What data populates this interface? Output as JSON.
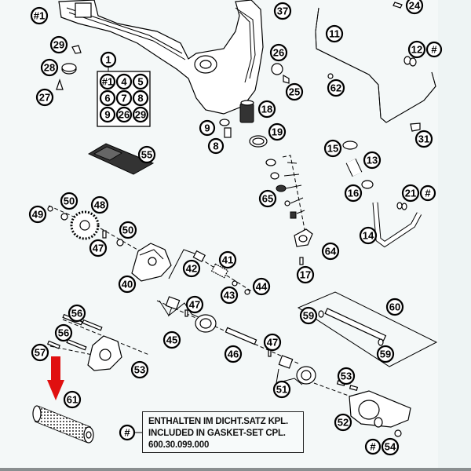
{
  "diagram": {
    "title": "Oil tank / oil pump exploded parts view",
    "accent_arrow_color": "#e01010",
    "highlighted_part": "61",
    "kit_group": {
      "label": "1",
      "contents": [
        "#1",
        "4",
        "5",
        "6",
        "7",
        "8",
        "9",
        "26",
        "29"
      ]
    },
    "callouts": [
      {
        "id": "c-h1",
        "label": "#1"
      },
      {
        "id": "c-29a",
        "label": "29"
      },
      {
        "id": "c-28",
        "label": "28"
      },
      {
        "id": "c-27",
        "label": "27"
      },
      {
        "id": "c-37",
        "label": "37"
      },
      {
        "id": "c-24",
        "label": "24"
      },
      {
        "id": "c-11",
        "label": "11"
      },
      {
        "id": "c-12",
        "label": "12"
      },
      {
        "id": "c-hash12",
        "label": "#"
      },
      {
        "id": "c-62",
        "label": "62"
      },
      {
        "id": "c-26",
        "label": "26"
      },
      {
        "id": "c-25",
        "label": "25"
      },
      {
        "id": "c-18",
        "label": "18"
      },
      {
        "id": "c-19",
        "label": "19"
      },
      {
        "id": "c-9",
        "label": "9"
      },
      {
        "id": "c-8",
        "label": "8"
      },
      {
        "id": "c-31",
        "label": "31"
      },
      {
        "id": "c-15",
        "label": "15"
      },
      {
        "id": "c-13",
        "label": "13"
      },
      {
        "id": "c-16",
        "label": "16"
      },
      {
        "id": "c-21",
        "label": "21"
      },
      {
        "id": "c-hash21",
        "label": "#"
      },
      {
        "id": "c-14",
        "label": "14"
      },
      {
        "id": "c-55",
        "label": "55"
      },
      {
        "id": "c-65",
        "label": "65"
      },
      {
        "id": "c-64",
        "label": "64"
      },
      {
        "id": "c-17",
        "label": "17"
      },
      {
        "id": "c-50a",
        "label": "50"
      },
      {
        "id": "c-48",
        "label": "48"
      },
      {
        "id": "c-49",
        "label": "49"
      },
      {
        "id": "c-50b",
        "label": "50"
      },
      {
        "id": "c-47a",
        "label": "47"
      },
      {
        "id": "c-40",
        "label": "40"
      },
      {
        "id": "c-41",
        "label": "41"
      },
      {
        "id": "c-42",
        "label": "42"
      },
      {
        "id": "c-43",
        "label": "43"
      },
      {
        "id": "c-44",
        "label": "44"
      },
      {
        "id": "c-47b",
        "label": "47"
      },
      {
        "id": "c-45",
        "label": "45"
      },
      {
        "id": "c-60",
        "label": "60"
      },
      {
        "id": "c-59a",
        "label": "59"
      },
      {
        "id": "c-59b",
        "label": "59"
      },
      {
        "id": "c-56a",
        "label": "56"
      },
      {
        "id": "c-56b",
        "label": "56"
      },
      {
        "id": "c-57",
        "label": "57"
      },
      {
        "id": "c-53a",
        "label": "53"
      },
      {
        "id": "c-46",
        "label": "46"
      },
      {
        "id": "c-47c",
        "label": "47"
      },
      {
        "id": "c-51",
        "label": "51"
      },
      {
        "id": "c-53b",
        "label": "53"
      },
      {
        "id": "c-61",
        "label": "61"
      },
      {
        "id": "c-52",
        "label": "52"
      },
      {
        "id": "c-hash54",
        "label": "#"
      },
      {
        "id": "c-54",
        "label": "54"
      },
      {
        "id": "c-hashnote",
        "label": "#"
      }
    ],
    "note": {
      "line1": "ENTHALTEN IM DICHT.SATZ KPL.",
      "line2": "INCLUDED IN GASKET-SET CPL.",
      "line3": "600.30.099.000"
    }
  }
}
